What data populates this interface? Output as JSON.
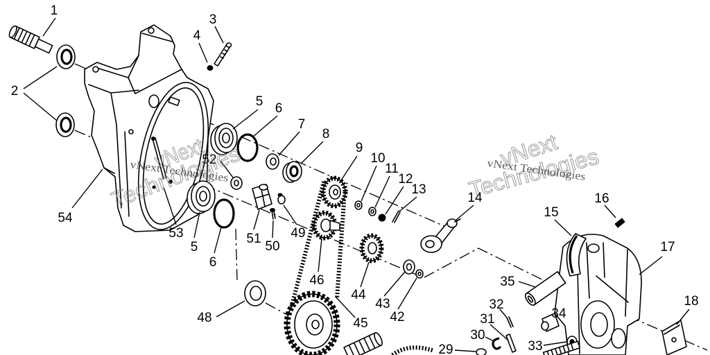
{
  "callouts": {
    "p1": "1",
    "p2": "2",
    "p3": "3",
    "p4": "4",
    "p5a": "5",
    "p6a": "6",
    "p7": "7",
    "p8": "8",
    "p9": "9",
    "p10": "10",
    "p11": "11",
    "p12": "12",
    "p13": "13",
    "p14": "14",
    "p15": "15",
    "p16": "16",
    "p17": "17",
    "p18": "18",
    "p29": "29",
    "p30": "30",
    "p31": "31",
    "p32": "32",
    "p33": "33",
    "p34": "34",
    "p35": "35",
    "p42": "42",
    "p43": "43",
    "p44": "44",
    "p45": "45",
    "p46": "46",
    "p48": "48",
    "p49": "49",
    "p50": "50",
    "p51": "51",
    "p52": "52",
    "p53": "53",
    "p54": "54",
    "p5b": "5",
    "p6b": "6"
  },
  "watermarks": [
    {
      "small": "vNext Technologies",
      "large_top": "vNext",
      "large_bottom": "Technologies"
    },
    {
      "small": "vNext Technologies",
      "large_top": "vNext",
      "large_bottom": "Technologies"
    }
  ],
  "colors": {
    "ink": "#000000",
    "paper": "#ffffff",
    "watermark": "#7a7a7a"
  }
}
